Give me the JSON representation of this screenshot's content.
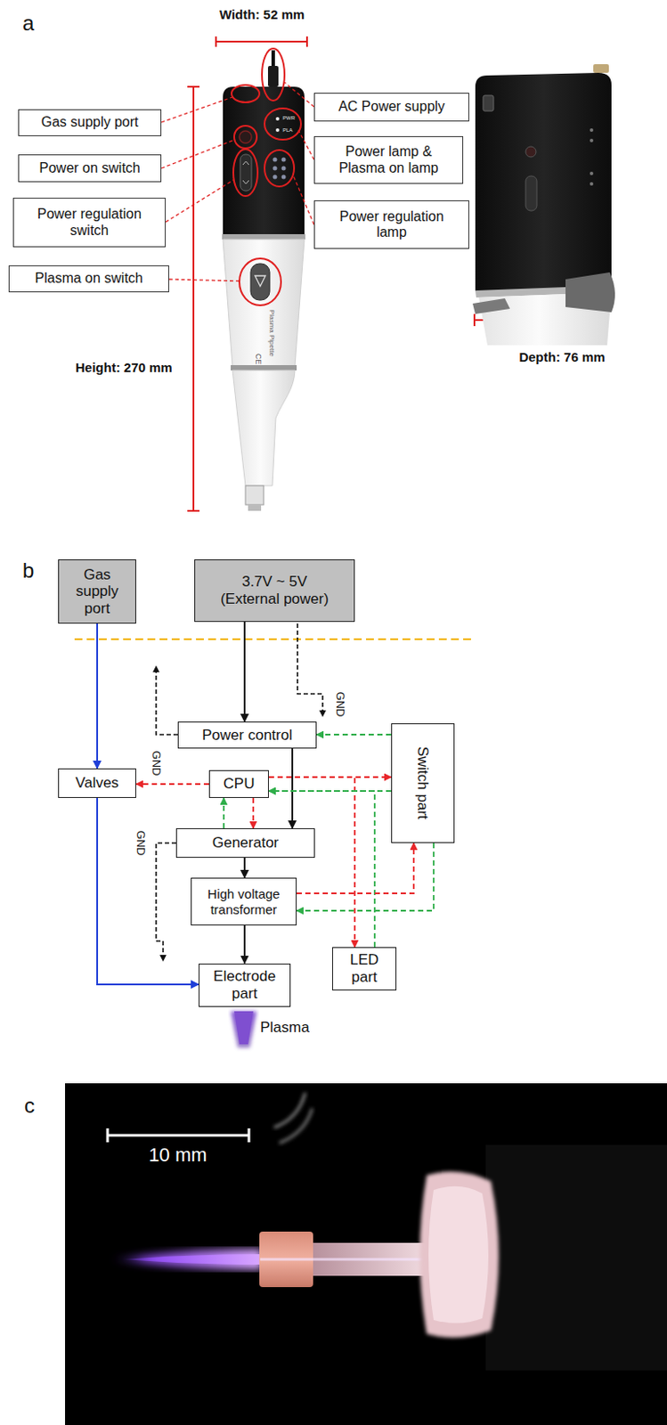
{
  "diagram": {
    "nodes": [
      {
        "text": [
          "Gas supply port"
        ]
      },
      {
        "text": [
          "Power on switch"
        ]
      },
      {
        "text": [
          "Power regulation switch"
        ]
      },
      {
        "text": [
          "Plasma on switch"
        ]
      },
      {
        "text": [
          "AC Power supply"
        ]
      },
      {
        "text": [
          "Power lamp & Plasma on lamp"
        ]
      },
      {
        "text": [
          "Power regulation lamp"
        ]
      },
      {
        "text": [
          "Gas supply port"
        ]
      },
      {
        "text": [
          "3.7V ~ 5V (External power)"
        ]
      },
      {
        "text": [
          "Power control"
        ]
      },
      {
        "text": [
          "Valves"
        ]
      },
      {
        "text": [
          "CPU"
        ]
      },
      {
        "text": [
          "Switch part"
        ]
      },
      {
        "text": [
          "Generator"
        ]
      },
      {
        "text": [
          "High voltage transformer"
        ]
      },
      {
        "text": [
          "LED part"
        ]
      },
      {
        "text": [
          "Electrode part"
        ]
      }
    ],
    "edges": [
      {
        "from": 7,
        "to": 10,
        "arrow": "to"
      },
      {
        "from": 10,
        "to": 16,
        "arrow": "to"
      },
      {
        "from": 8,
        "to": 9,
        "arrow": "to"
      },
      {
        "from": 9,
        "to": 13,
        "arrow": "to"
      },
      {
        "from": 13,
        "to": 14,
        "arrow": "to"
      },
      {
        "from": 14,
        "to": 16,
        "arrow": "to"
      },
      {
        "from": 11,
        "to": 10,
        "arrow": "to"
      },
      {
        "from": 11,
        "to": 13,
        "arrow": "to"
      },
      {
        "from": 13,
        "to": 11,
        "arrow": "to"
      },
      {
        "from": 11,
        "to": 12,
        "arrow": "to"
      },
      {
        "from": 12,
        "to": 11,
        "arrow": "to"
      },
      {
        "from": 12,
        "to": 9,
        "arrow": "to"
      },
      {
        "from": 11,
        "to": 15,
        "arrow": "to"
      },
      {
        "from": 15,
        "to": 11,
        "arrow": "to"
      },
      {
        "from": 14,
        "to": 12,
        "arrow": "to"
      },
      {
        "from": 12,
        "to": 14,
        "arrow": "to"
      }
    ],
    "labels": [
      "a",
      "Width: 52 mm",
      "Height: 270 mm",
      "PWR",
      "PLA",
      "Plasma Pipette",
      "CE",
      "Depth: 76 mm",
      "b",
      "GND",
      "GND",
      "GND",
      "Plasma",
      "c",
      "10 mm"
    ]
  }
}
